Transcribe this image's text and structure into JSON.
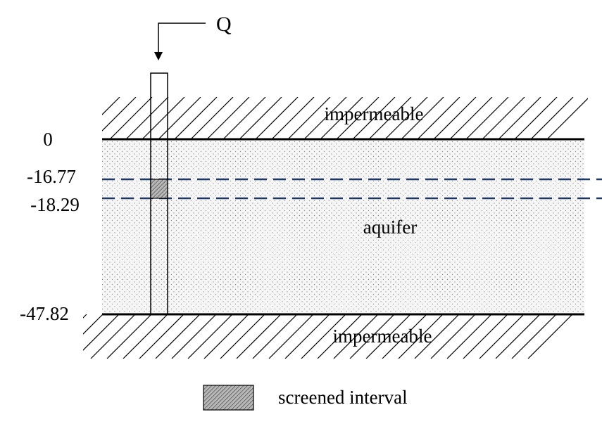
{
  "flow_label": "Q",
  "layers": {
    "top_label": "impermeable",
    "middle_label": "aquifer",
    "bottom_label": "impermeable"
  },
  "depth_labels": [
    "0",
    "-16.77",
    "-18.29",
    "-47.82"
  ],
  "legend": {
    "label": "screened interval"
  },
  "colors": {
    "line": "#000000",
    "dashed": "#1f3864",
    "aquifer_fill": "#f4f4f4",
    "screen_fill": "#9a9a9a"
  }
}
